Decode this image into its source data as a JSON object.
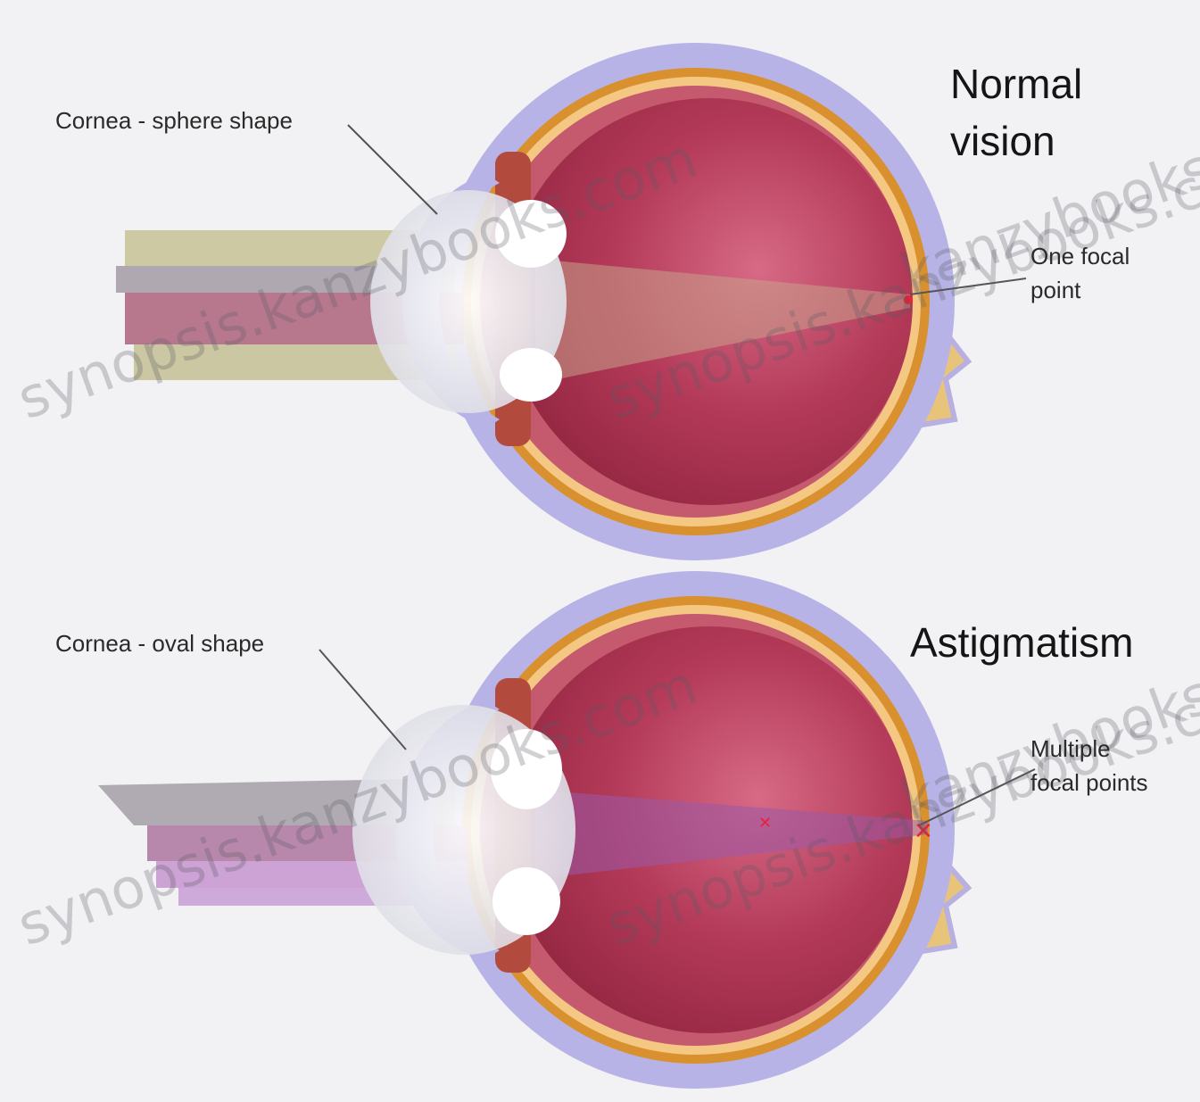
{
  "normal": {
    "title": "Normal\nvision",
    "cornea_label": "Cornea - sphere shape",
    "focal_label": "One focal\npoint"
  },
  "astigmatism": {
    "title": "Astigmatism",
    "cornea_label": "Cornea - oval shape",
    "focal_label": "Multiple\nfocal points"
  },
  "watermarks": [
    "synopsis.kanzybooks.com",
    "synopsis.kanzybooks.com",
    "kanzybooks.com",
    "synopsis.kanzybooks.com",
    "synopsis.kanzybooks.com",
    "kanzybooks.com"
  ],
  "colors": {
    "background": "#f2f2f4",
    "vitreous": "#a8304e",
    "sclera_outer": "#b7b3e6",
    "sclera_band": "#d9902e",
    "cornea": "#e8e8f0",
    "optic_nerve": "#e8c47a",
    "focal_marker": "#e8203a"
  }
}
